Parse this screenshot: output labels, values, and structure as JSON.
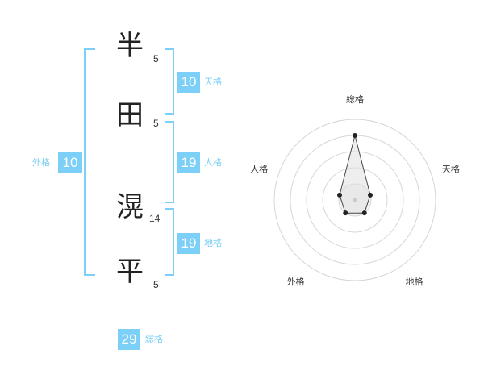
{
  "name": {
    "characters": [
      {
        "char": "半",
        "strokes": "5"
      },
      {
        "char": "田",
        "strokes": "5"
      },
      {
        "char": "滉",
        "strokes": "14"
      },
      {
        "char": "平",
        "strokes": "5"
      }
    ]
  },
  "fortunes": {
    "tenkaku": {
      "value": "10",
      "label": "天格"
    },
    "jinkaku": {
      "value": "19",
      "label": "人格"
    },
    "chikaku": {
      "value": "19",
      "label": "地格"
    },
    "gaikaku": {
      "value": "10",
      "label": "外格"
    },
    "soukaku": {
      "value": "29",
      "label": "総格"
    }
  },
  "radar": {
    "axes": [
      "総格",
      "天格",
      "地格",
      "外格",
      "人格"
    ],
    "values": [
      4,
      1,
      1,
      1,
      1
    ],
    "max": 5
  },
  "colors": {
    "accent": "#7ccff7",
    "ring": "#d6d6d6",
    "fill": "#e0e0e0",
    "marker": "#222222"
  }
}
